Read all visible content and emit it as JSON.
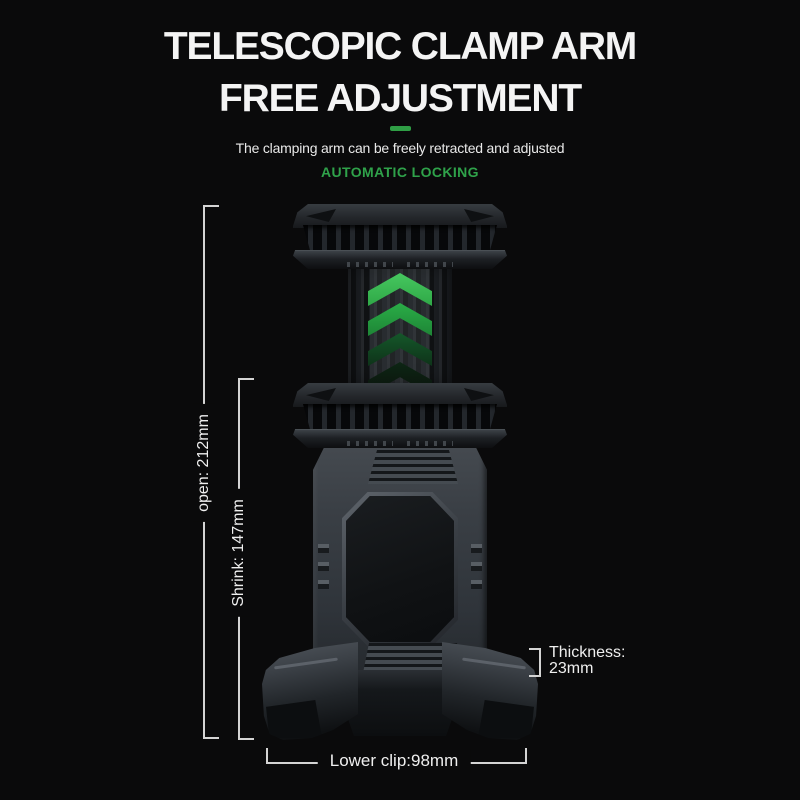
{
  "header": {
    "title_line1": "TELESCOPIC CLAMP ARM",
    "title_line2": "FREE ADJUSTMENT",
    "subtitle": "The clamping arm can be freely retracted and adjusted",
    "tagline": "AUTOMATIC LOCKING"
  },
  "dimensions": {
    "open": "open: 212mm",
    "shrink": "Shrink: 147mm",
    "thickness_label": "Thickness:",
    "thickness_value": "23mm",
    "lower_clip": "Lower clip:98mm"
  },
  "product": {
    "description": "telescopic bike phone holder clamp render, two ribbed clamp heads joined by striped telescopic arm, armored body with octagonal pad and winged lower clips",
    "extension_indicator": "chevron-up-icon x4"
  },
  "colors": {
    "background": "#0a0a0b",
    "accent_green": "#2fa24a",
    "green_bar": "#2f9e45",
    "chevron_greens": [
      "#3cbb55",
      "#27a341",
      "#135226",
      "#0c2414"
    ],
    "title_white": "#f4f4f4",
    "dimension_line": "#d4d4d4",
    "product_gray": "#3a3f45"
  }
}
